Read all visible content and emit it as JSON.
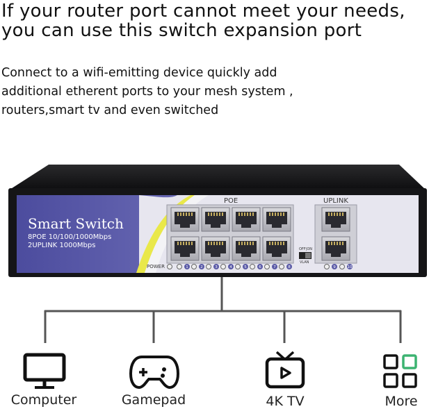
{
  "headline": {
    "line1": "If your router port cannot meet your needs,",
    "line2": "you can use this switch expansion port"
  },
  "description": {
    "line1": "Connect to a wifi-emitting device quickly add",
    "line2": "additional etherent ports to your mesh system ,",
    "line3": "routers,smart tv and even switched"
  },
  "switch": {
    "brand": "Smart Switch",
    "spec1": "8POE 10/100/1000Mbps",
    "spec2": "2UPLINK 1000Mbps",
    "poe_label": "POE",
    "uplink_label": "UPLINK",
    "power_label": "POWER",
    "toggle_top": "OFF|ON",
    "toggle_bottom": "VLAN",
    "port_numbers": [
      "1",
      "2",
      "3",
      "4",
      "5",
      "6",
      "7",
      "8",
      "9",
      "10"
    ]
  },
  "devices": [
    {
      "label": "Computer",
      "icon": "computer-monitor-icon"
    },
    {
      "label": "Gamepad",
      "icon": "gamepad-icon"
    },
    {
      "label": "4K TV",
      "icon": "tv-icon"
    },
    {
      "label": "More",
      "icon": "grid-more-icon"
    }
  ],
  "colors": {
    "panel_purple": "#5858a8",
    "panel_light": "#e7e6ef",
    "accent_yellow": "#e9e84a",
    "case_dark": "#1c1c1e",
    "more_green": "#3cb371"
  }
}
